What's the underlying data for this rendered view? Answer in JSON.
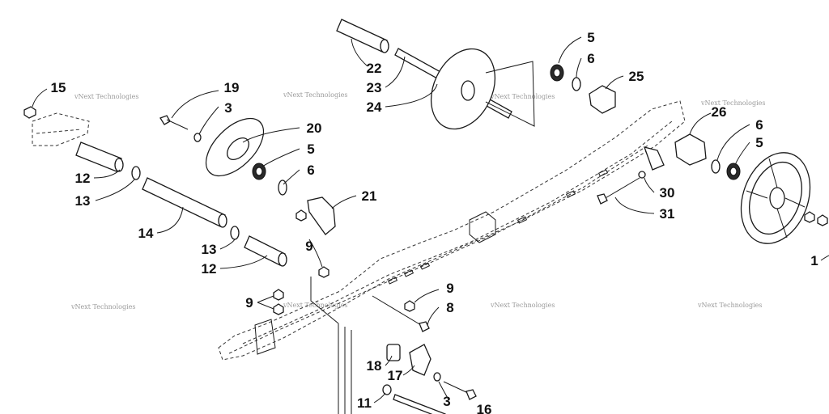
{
  "watermark": "vNext Technologies",
  "callouts": [
    "15",
    "19",
    "3",
    "20",
    "5",
    "6",
    "21",
    "12",
    "13",
    "14",
    "13",
    "12",
    "9",
    "9",
    "9",
    "8",
    "22",
    "23",
    "24",
    "5",
    "6",
    "25",
    "26",
    "6",
    "5",
    "30",
    "31",
    "1",
    "18",
    "17",
    "11",
    "3",
    "16"
  ]
}
